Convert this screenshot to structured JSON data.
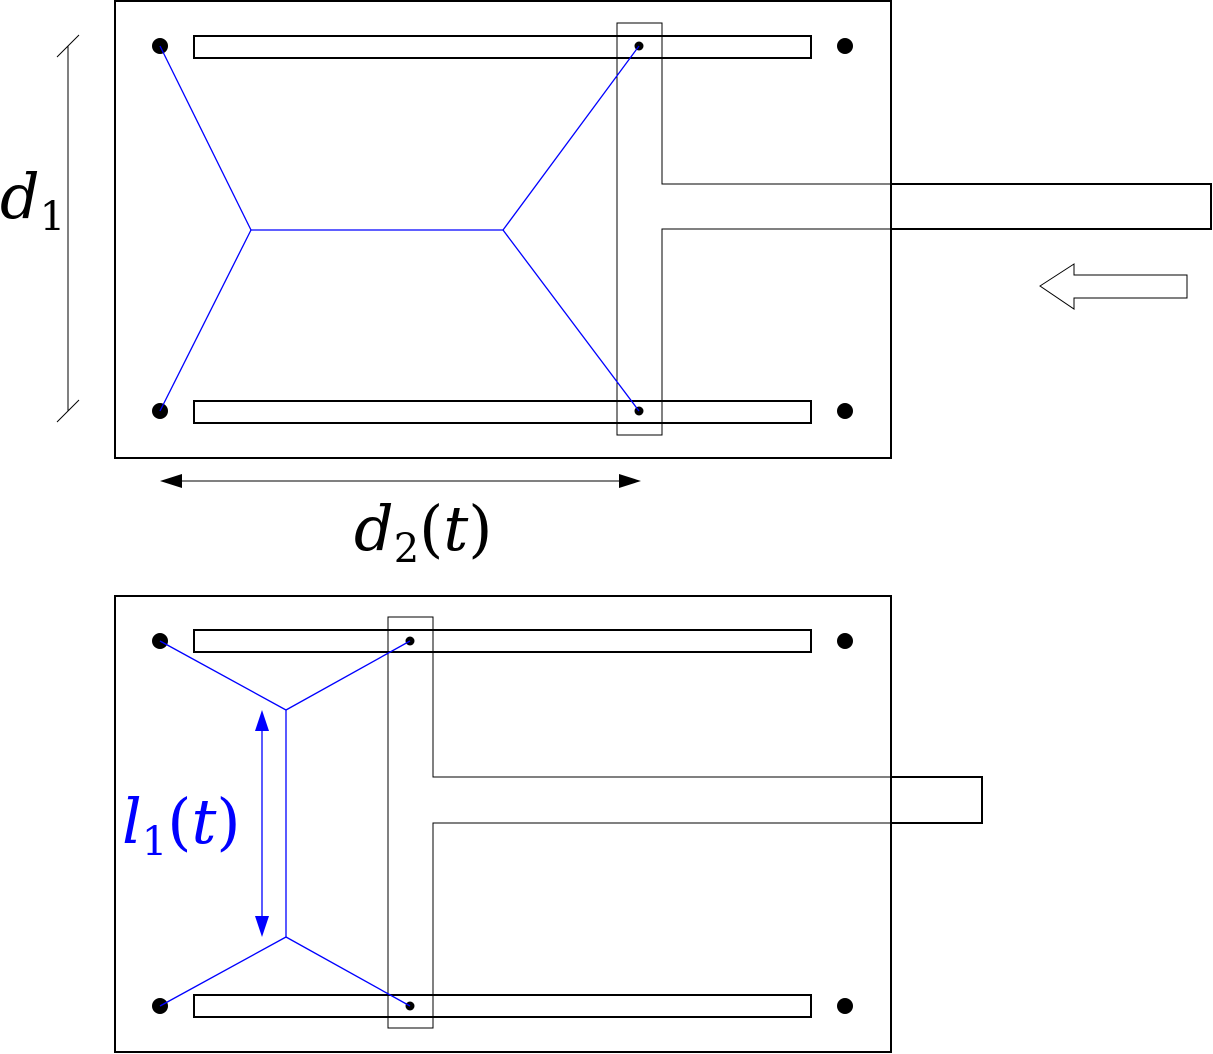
{
  "labels": {
    "d1_symbol": "d",
    "d1_subscript": "1",
    "d2_symbol": "d",
    "d2_subscript": "2",
    "d2_paren_open": "(",
    "d2_var": "t",
    "d2_paren_close": ")",
    "l1_symbol": "l",
    "l1_subscript": "1",
    "l1_paren_open": "(",
    "l1_var": "t",
    "l1_paren_close": ")"
  },
  "colors": {
    "structure": "#000000",
    "network": "#0000ff",
    "background": "#ffffff"
  },
  "icons": {
    "push_arrow": "left-hollow-arrow-icon",
    "anchor_point": "filled-circle-icon"
  }
}
